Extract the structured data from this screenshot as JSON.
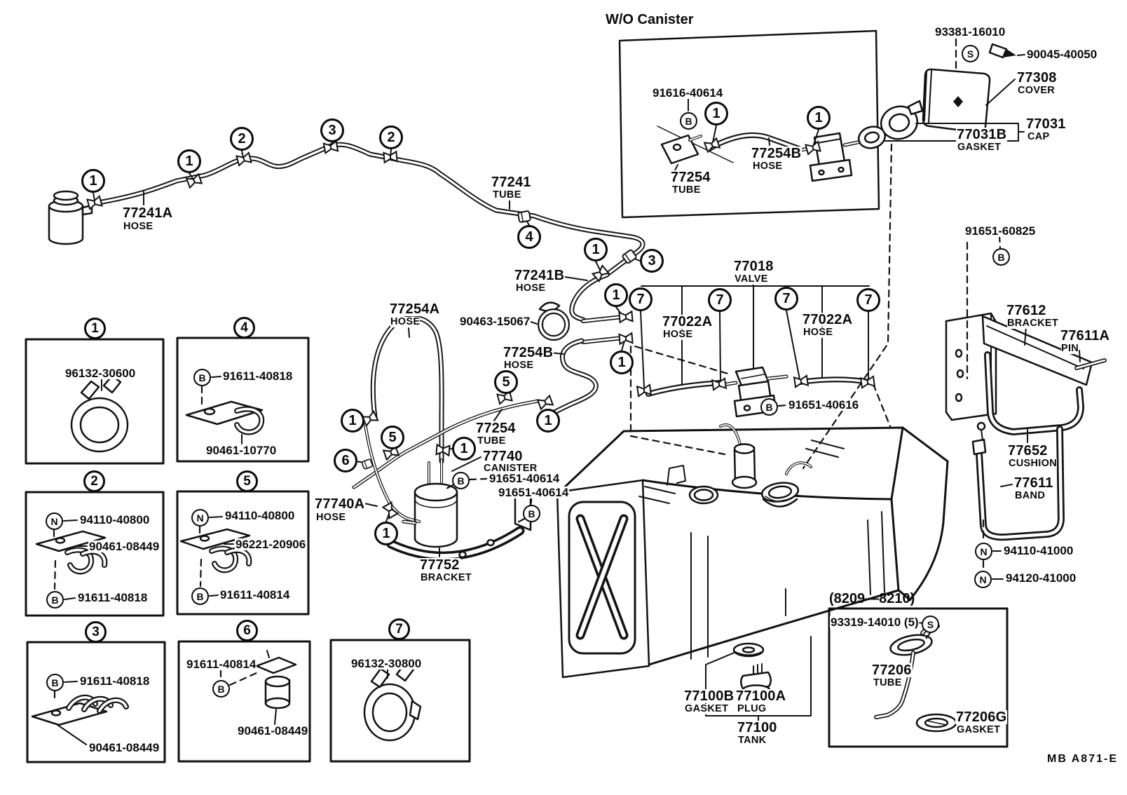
{
  "meta": {
    "wo_canister_title": "W/O Canister",
    "date_range": "(8209—8210)",
    "diagram_code": "MB A871-E"
  },
  "glyphs": {
    "n1": "1",
    "n2": "2",
    "n3": "3",
    "n4": "4",
    "n5": "5",
    "n6": "6",
    "n7": "7",
    "B": "B",
    "N": "N",
    "S": "S"
  },
  "parts": {
    "hose_77241a": {
      "num": "77241A",
      "name": "HOSE"
    },
    "tube_77241": {
      "num": "77241",
      "name": "TUBE"
    },
    "hose_77241b": {
      "num": "77241B",
      "name": "HOSE"
    },
    "hose_77254a": {
      "num": "77254A",
      "name": "HOSE"
    },
    "grommet_90463_15067": {
      "num": "90463-15067"
    },
    "hose_77254b": {
      "num": "77254B",
      "name": "HOSE"
    },
    "tube_77254": {
      "num": "77254",
      "name": "TUBE"
    },
    "canister_77740": {
      "num": "77740",
      "name": "CANISTER"
    },
    "bolt_91651_40614_a": {
      "num": "91651-40614"
    },
    "bolt_91651_40614_b": {
      "num": "91651-40614"
    },
    "hose_77740a": {
      "num": "77740A",
      "name": "HOSE"
    },
    "bracket_77752": {
      "num": "77752",
      "name": "BRACKET"
    },
    "bolt_91616_40614": {
      "num": "91616-40614"
    },
    "hose_77254b_wo": {
      "num": "77254B",
      "name": "HOSE"
    },
    "tube_77254_wo": {
      "num": "77254",
      "name": "TUBE"
    },
    "screw_93381_16010": {
      "num": "93381-16010"
    },
    "clip_90045_40050": {
      "num": "90045-40050"
    },
    "cover_77308": {
      "num": "77308",
      "name": "COVER"
    },
    "gasket_77031b": {
      "num": "77031B",
      "name": "GASKET"
    },
    "cap_77031": {
      "num": "77031",
      "name": "CAP"
    },
    "bolt_91651_60825": {
      "num": "91651-60825"
    },
    "bracket_77612": {
      "num": "77612",
      "name": "BRACKET"
    },
    "pin_77611a": {
      "num": "77611A",
      "name": "PIN"
    },
    "cushion_77652": {
      "num": "77652",
      "name": "CUSHION"
    },
    "band_77611": {
      "num": "77611",
      "name": "BAND"
    },
    "nut_94110_41000": {
      "num": "94110-41000"
    },
    "nut_94120_41000": {
      "num": "94120-41000"
    },
    "valve_77018": {
      "num": "77018",
      "name": "VALVE"
    },
    "hose_77022a_left": {
      "num": "77022A",
      "name": "HOSE"
    },
    "hose_77022a_right": {
      "num": "77022A",
      "name": "HOSE"
    },
    "bolt_91651_40616": {
      "num": "91651-40616"
    },
    "gasket_77100b": {
      "num": "77100B",
      "name": "GASKET"
    },
    "plug_77100a": {
      "num": "77100A",
      "name": "PLUG"
    },
    "tank_77100": {
      "num": "77100",
      "name": "TANK"
    },
    "screw_93319_14010": {
      "num": "93319-14010 (5)-"
    },
    "tube_77206": {
      "num": "77206",
      "name": "TUBE"
    },
    "gasket_77206g": {
      "num": "77206G",
      "name": "GASKET"
    },
    "ref1_clamp_96132_30600": {
      "num": "96132-30600"
    },
    "ref4_bolt_91611_40818": {
      "num": "91611-40818"
    },
    "ref4_clamp_90461_10770": {
      "num": "90461-10770"
    },
    "ref2_nut_94110_40800": {
      "num": "94110-40800"
    },
    "ref2_clamp_90461_08449": {
      "num": "90461-08449"
    },
    "ref2_bolt_91611_40818": {
      "num": "91611-40818"
    },
    "ref5_nut_94110_40800": {
      "num": "94110-40800"
    },
    "ref5_clamp_96221_20906": {
      "num": "96221-20906"
    },
    "ref5_bolt_91611_40814": {
      "num": "91611-40814"
    },
    "ref3_bolt_91611_40818": {
      "num": "91611-40818"
    },
    "ref3_clamp_90461_08449": {
      "num": "90461-08449"
    },
    "ref6_bolt_91611_40814": {
      "num": "91611-40814"
    },
    "ref6_clamp_90461_08449": {
      "num": "90461-08449"
    },
    "ref7_clamp_96132_30800": {
      "num": "96132-30800"
    }
  }
}
